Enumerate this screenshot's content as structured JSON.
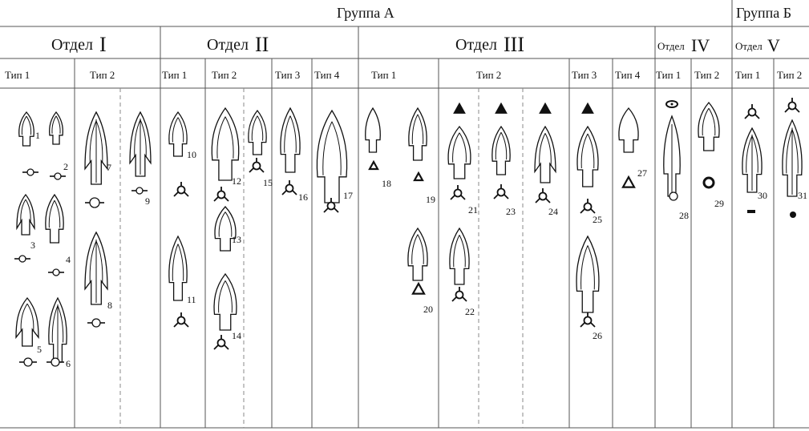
{
  "groups": {
    "a": "Группа А",
    "b": "Группа Б"
  },
  "sections": {
    "word": "Отдел",
    "s1": "I",
    "s2": "II",
    "s3": "III",
    "s4": "IV",
    "s5": "V"
  },
  "types": {
    "t1": "Тип 1",
    "t2": "Тип 2",
    "t3": "Тип 3",
    "t4": "Тип 4",
    "t2cut": "Тип 2"
  },
  "numbers": [
    "1",
    "2",
    "3",
    "4",
    "5",
    "6",
    "7",
    "8",
    "9",
    "10",
    "11",
    "12",
    "13",
    "14",
    "15",
    "16",
    "17",
    "18",
    "19",
    "20",
    "21",
    "22",
    "23",
    "24",
    "25",
    "26",
    "27",
    "28",
    "29",
    "30",
    "31"
  ]
}
